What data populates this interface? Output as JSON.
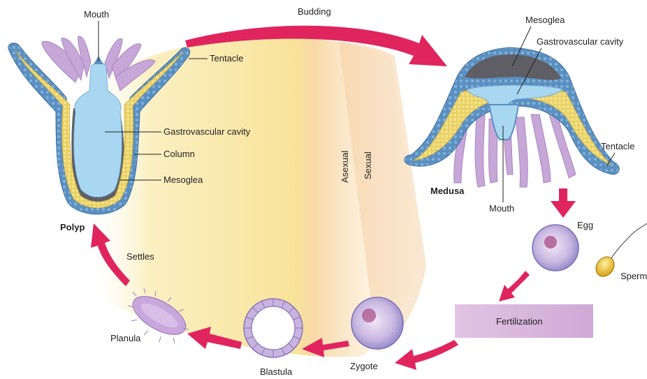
{
  "cycle": {
    "budding": "Budding",
    "asexual": "Asexual",
    "sexual": "Sexual",
    "settles": "Settles"
  },
  "polyp": {
    "title": "Polyp",
    "mouth": "Mouth",
    "tentacle": "Tentacle",
    "gastrovascular_cavity": "Gastrovascular cavity",
    "column": "Column",
    "mesoglea": "Mesoglea"
  },
  "medusa": {
    "title": "Medusa",
    "mesoglea": "Mesoglea",
    "gastrovascular_cavity": "Gastrovascular cavity",
    "tentacle": "Tentacle",
    "mouth": "Mouth"
  },
  "stages": {
    "egg": "Egg",
    "sperm": "Sperm",
    "fertilization": "Fertilization",
    "zygote": "Zygote",
    "blastula": "Blastula",
    "planula": "Planula"
  },
  "colors": {
    "asexual_region": "#f8e7a6",
    "sexual_region": "#f6cfa0",
    "arrow": "#e0245e",
    "ectoderm": "#5b8fc0",
    "endoderm": "#e8cf62",
    "cavity": "#a9d6f0",
    "mesoglea": "#6e6e72",
    "tentacle": "#c7a6d8",
    "fertilization_box": "#d8b6dc"
  }
}
